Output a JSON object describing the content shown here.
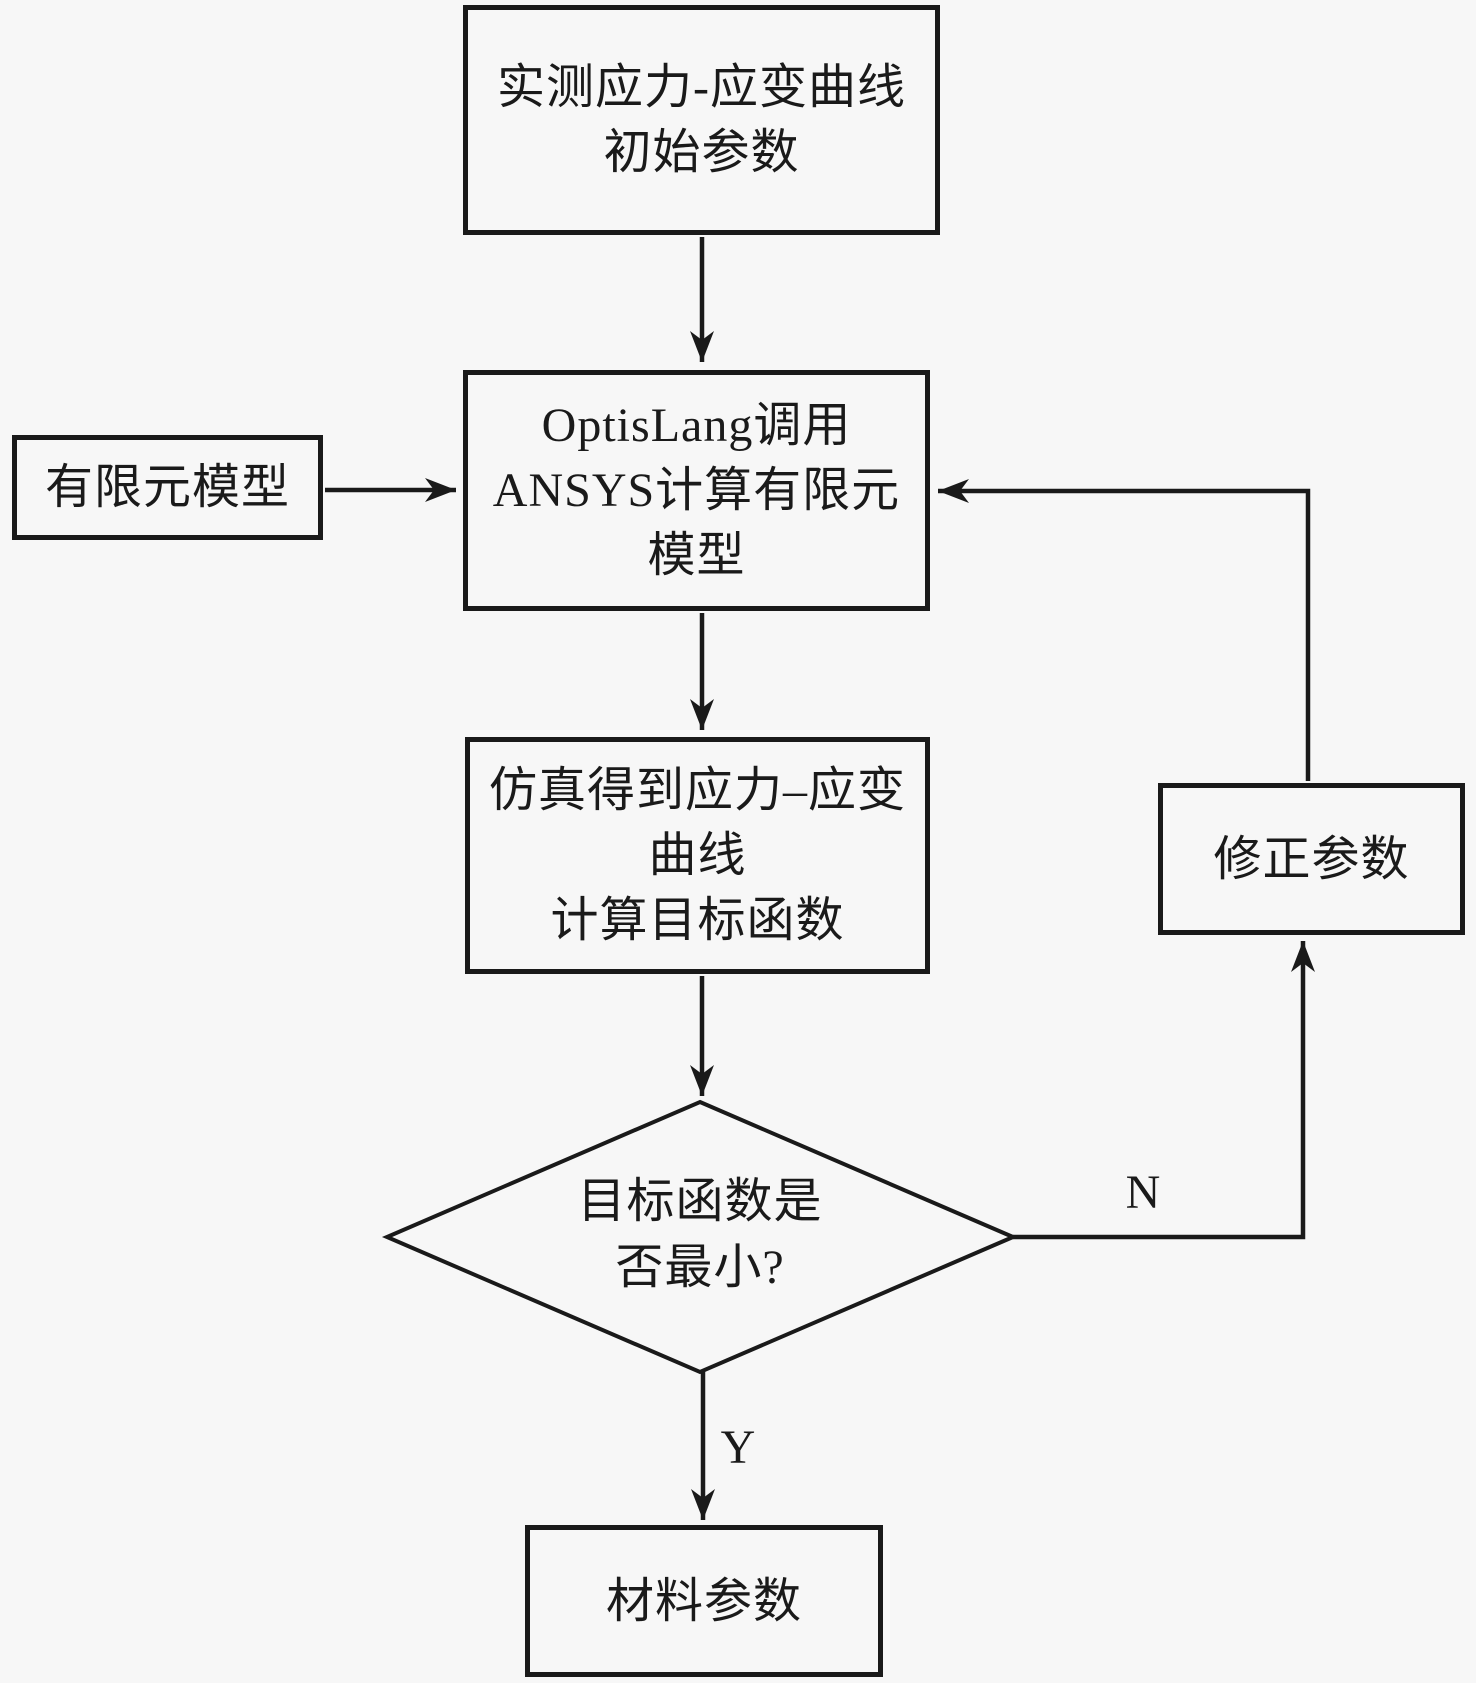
{
  "flowchart": {
    "nodes": {
      "measured": {
        "line1": "实测应力-应变曲线",
        "line2": "初始参数"
      },
      "fem_model": {
        "label": "有限元模型"
      },
      "optislang": {
        "line1": "OptisLang调用",
        "line2": "ANSYS计算有限元",
        "line3": "模型"
      },
      "simulation": {
        "line1": "仿真得到应力–应变",
        "line2": "曲线",
        "line3": "计算目标函数"
      },
      "decision": {
        "line1": "目标函数是",
        "line2": "否最小?"
      },
      "revise": {
        "label": "修正参数"
      },
      "material": {
        "label": "材料参数"
      }
    },
    "edge_labels": {
      "no": "N",
      "yes": "Y"
    },
    "colors": {
      "line": "#1a1a1a",
      "background": "#f7f7f7",
      "box_fill": "#f7f7f7",
      "text": "#1a1a1a"
    }
  }
}
